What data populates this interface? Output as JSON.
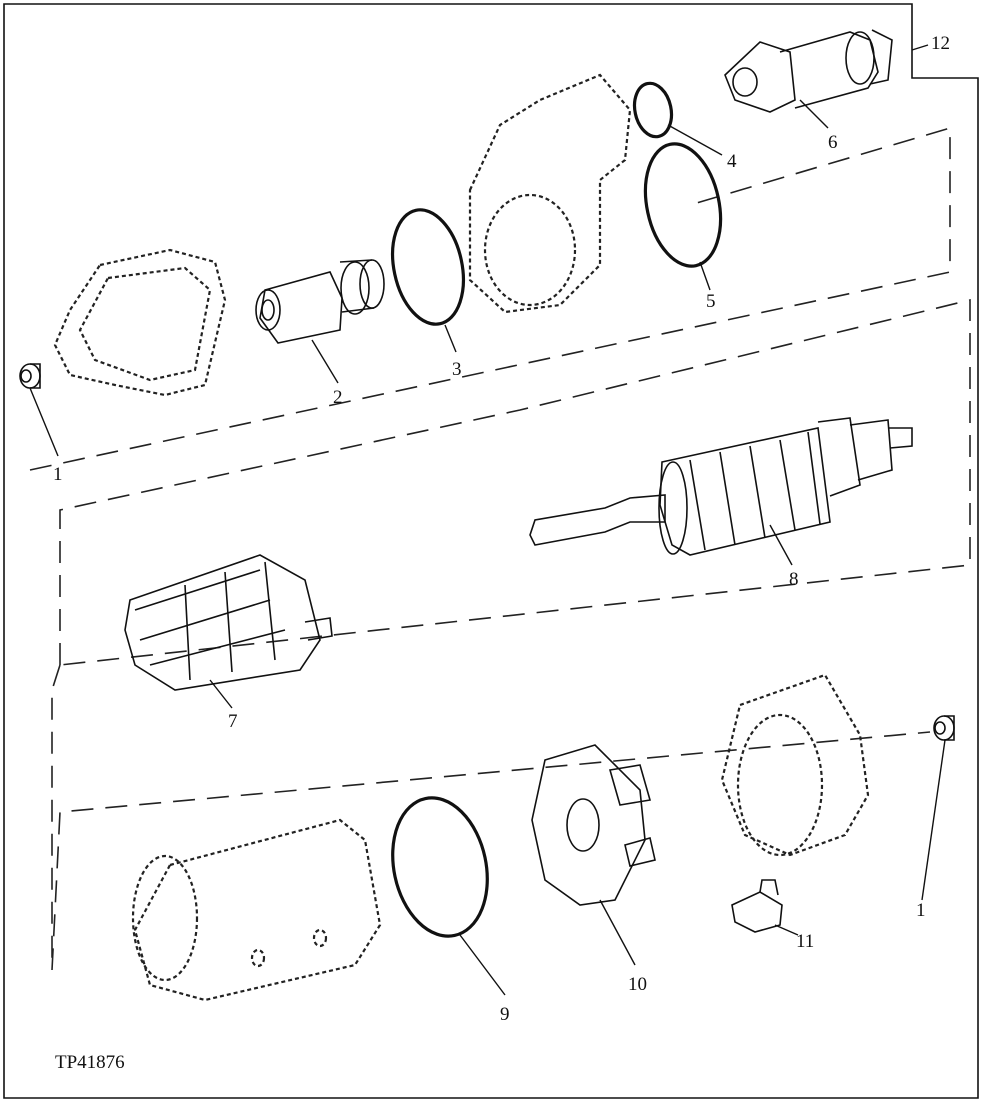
{
  "diagram": {
    "figure_id": "TP41876",
    "callouts": [
      {
        "key": "c1a",
        "label": "1"
      },
      {
        "key": "c1b",
        "label": "1"
      },
      {
        "key": "c2",
        "label": "2"
      },
      {
        "key": "c3",
        "label": "3"
      },
      {
        "key": "c4",
        "label": "4"
      },
      {
        "key": "c5",
        "label": "5"
      },
      {
        "key": "c6",
        "label": "6"
      },
      {
        "key": "c7",
        "label": "7"
      },
      {
        "key": "c8",
        "label": "8"
      },
      {
        "key": "c9",
        "label": "9"
      },
      {
        "key": "c10",
        "label": "10"
      },
      {
        "key": "c11",
        "label": "11"
      },
      {
        "key": "c12",
        "label": "12"
      }
    ]
  }
}
